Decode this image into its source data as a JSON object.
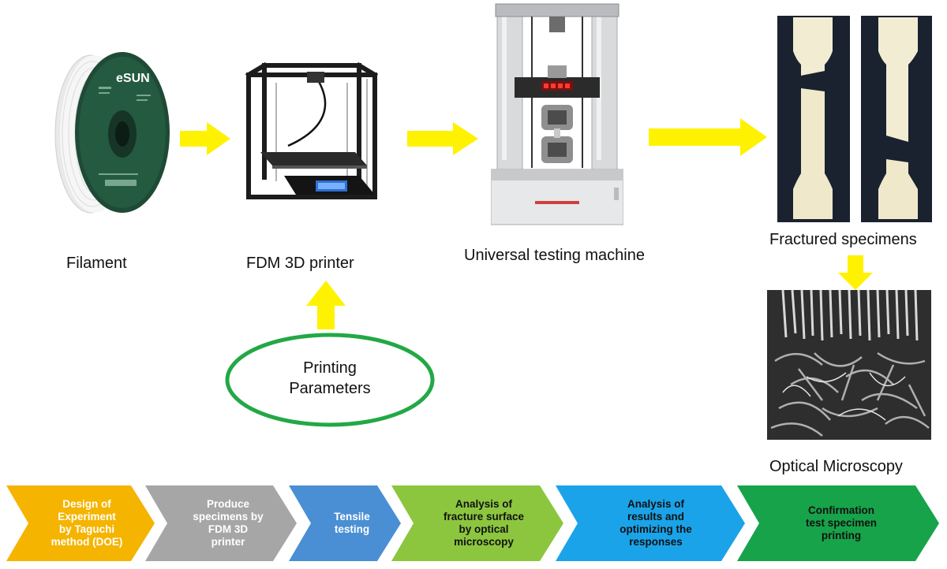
{
  "stages": {
    "filament": {
      "label": "Filament",
      "brand": "eSUN"
    },
    "printer": {
      "label": "FDM 3D printer"
    },
    "utm": {
      "label": "Universal testing machine"
    },
    "fractured": {
      "label": "Fractured specimens"
    },
    "microscopy": {
      "label": "Optical Microscopy"
    },
    "params": {
      "label": "Printing\nParameters"
    }
  },
  "process_steps": [
    {
      "label": "Design of\nExperiment\nby Taguchi\nmethod (DOE)",
      "color": "#F5B400",
      "text_color": "#ffffff"
    },
    {
      "label": "Produce\nspecimens by\nFDM 3D\nprinter",
      "color": "#A6A6A6",
      "text_color": "#ffffff"
    },
    {
      "label": "Tensile\ntesting",
      "color": "#4A8FD4",
      "text_color": "#ffffff"
    },
    {
      "label": "Analysis of\nfracture surface\nby optical\nmicroscopy",
      "color": "#8CC63F",
      "text_color": "#111111"
    },
    {
      "label": "Analysis of\nresults and\noptimizing the\nresponses",
      "color": "#1AA3E8",
      "text_color": "#111111"
    },
    {
      "label": "Confirmation\ntest specimen\nprinting",
      "color": "#17A34A",
      "text_color": "#111111"
    }
  ],
  "colors": {
    "arrow": "#FFF200",
    "ellipse": "#22A845"
  }
}
